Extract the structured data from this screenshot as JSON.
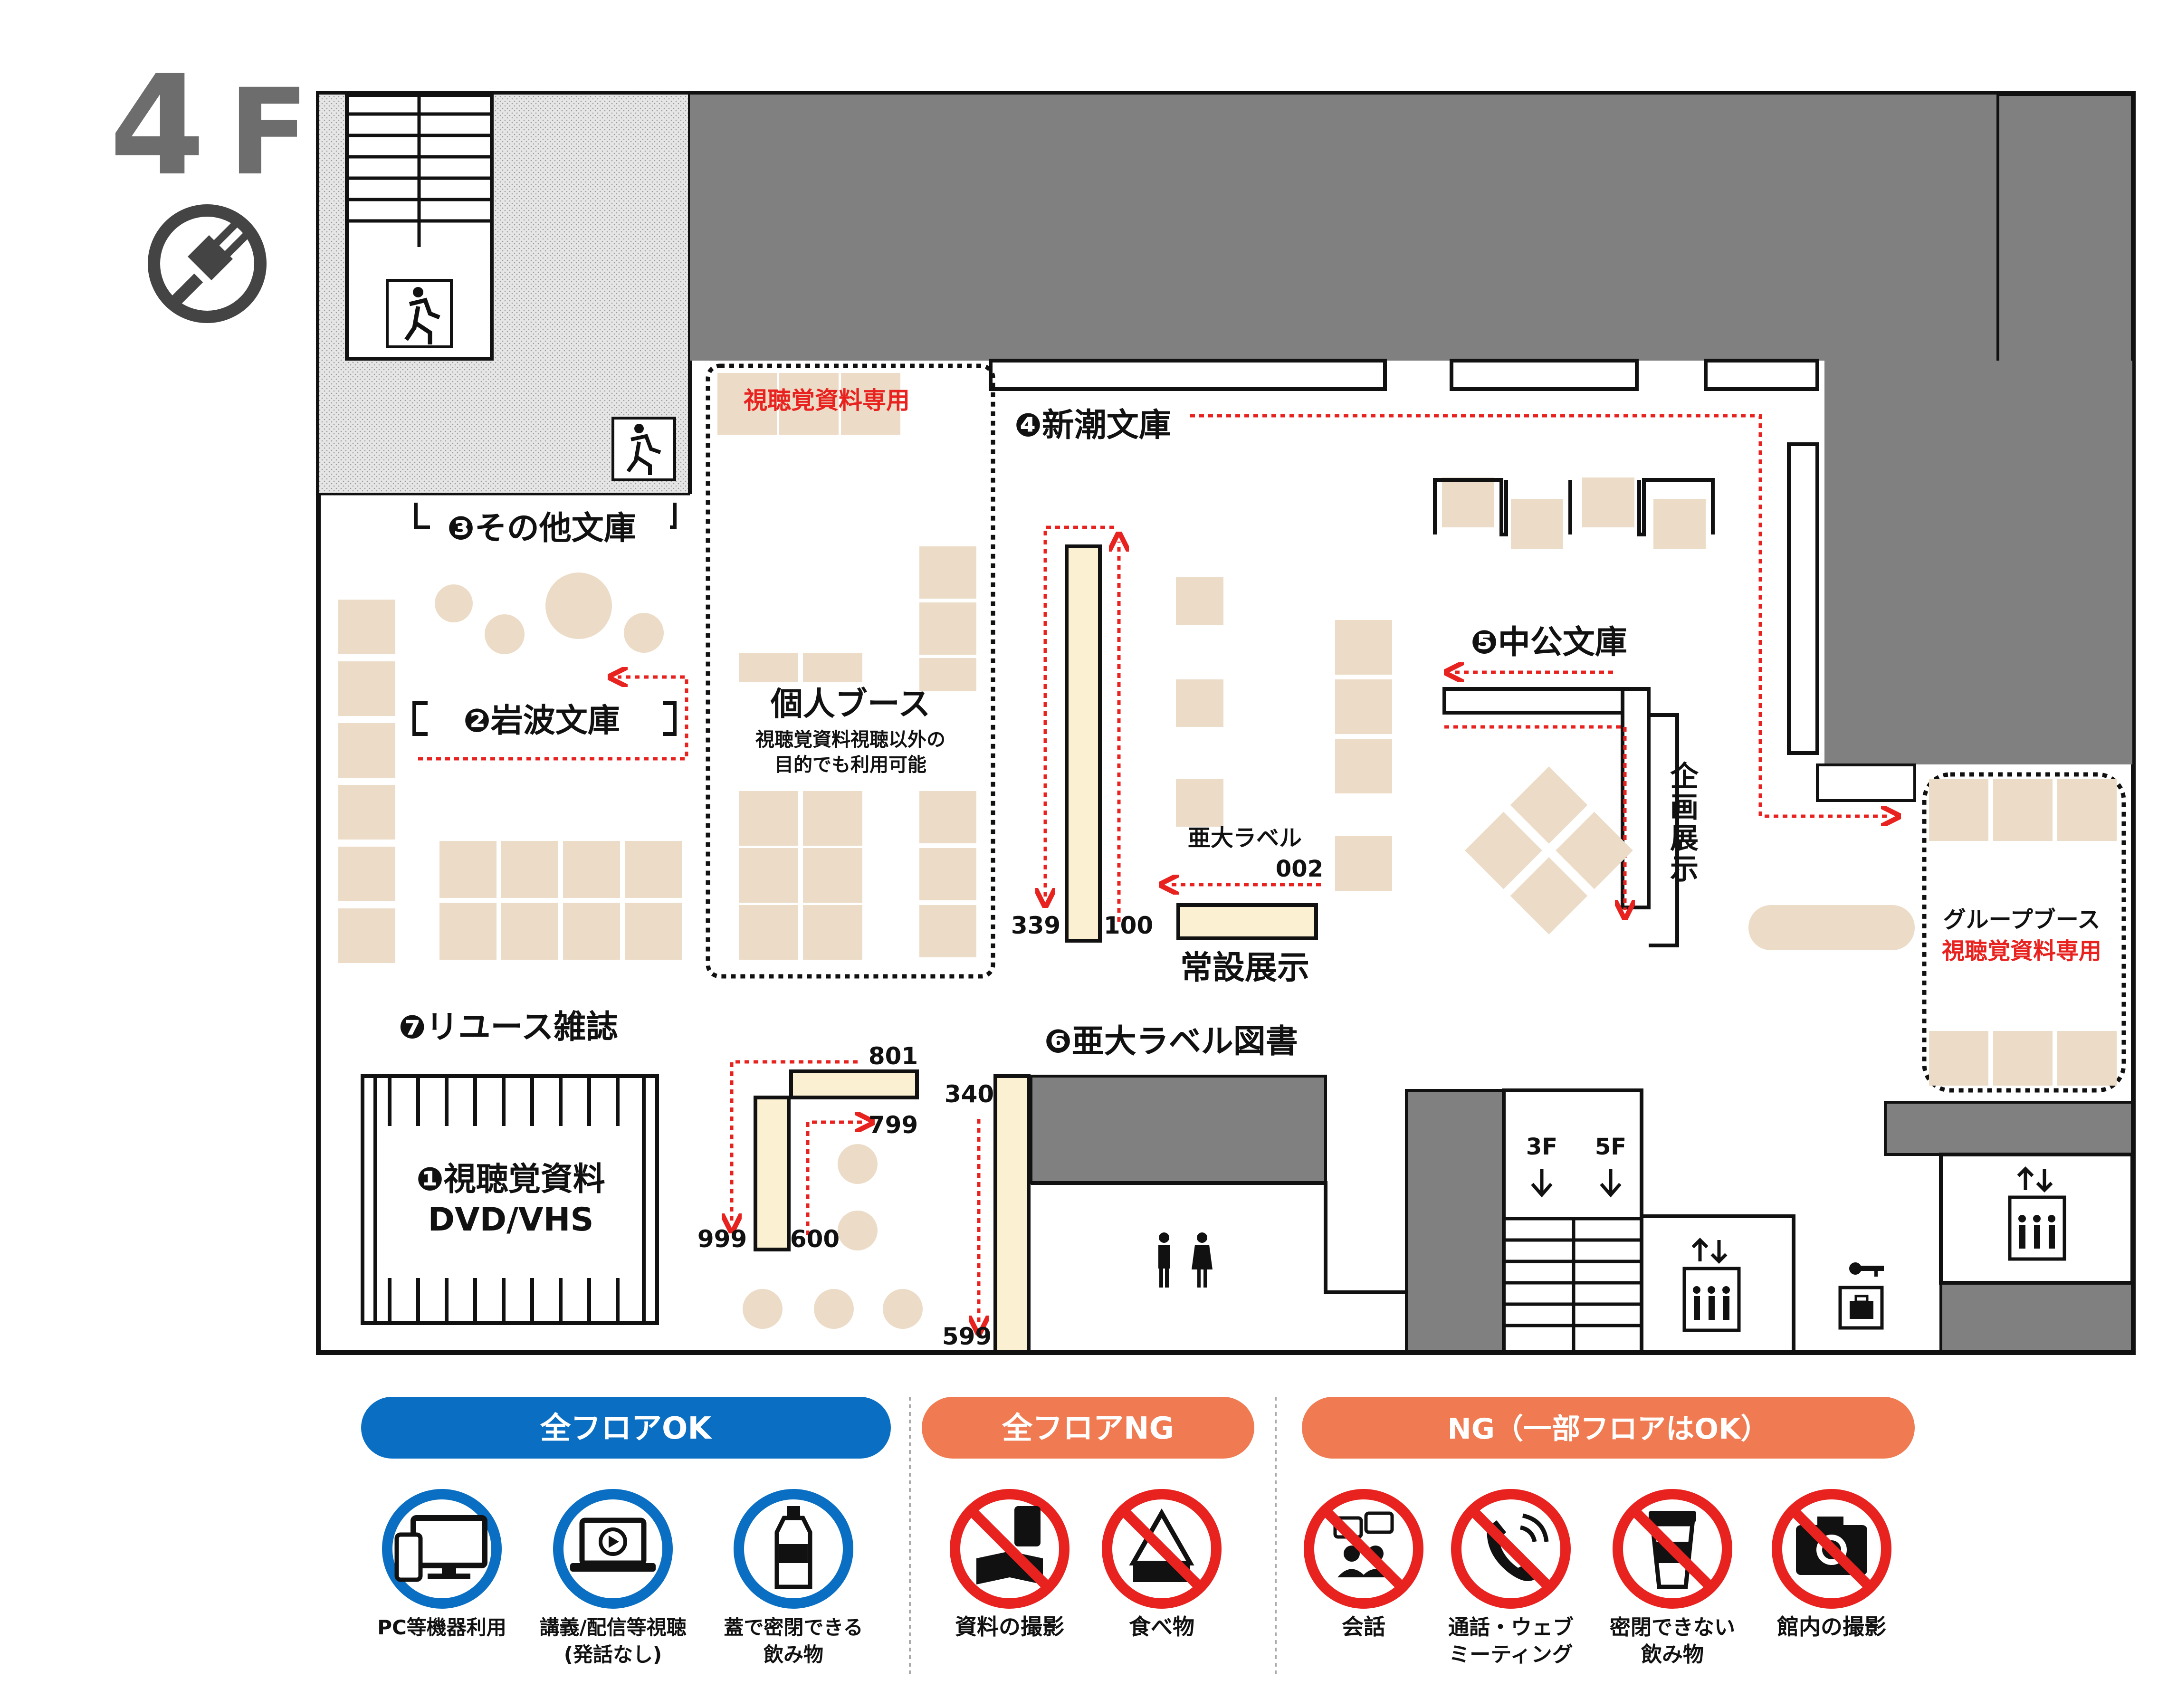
{
  "floor": {
    "number": "4",
    "unit": "F"
  },
  "sections": {
    "iwanami": "❷岩波文庫",
    "sonota": "❸その他文庫",
    "shincho": "❹新潮文庫",
    "chuko": "❺中公文庫",
    "adai_label_book": "❻亜大ラベル図書",
    "reuse": "❼リユース雑誌",
    "av_line1": "❶視聴覚資料",
    "av_line2": "DVD/VHS",
    "kikaku": [
      "企",
      "画",
      "展",
      "示"
    ],
    "jousetsu": "常設展示",
    "adai_label": "亜大ラベル",
    "adai_num": "002"
  },
  "booth": {
    "av_only": "視聴覚資料専用",
    "personal_title": "個人ブース",
    "personal_sub1": "視聴覚資料視聴以外の",
    "personal_sub2": "目的でも利用可能",
    "group_title": "グループブース",
    "group_sub": "視聴覚資料専用"
  },
  "shelf_numbers": {
    "n339": "339",
    "n100": "100",
    "n340": "340",
    "n599": "599",
    "n801": "801",
    "n799": "799",
    "n999": "999",
    "n600": "600"
  },
  "stairs": {
    "down": "3F",
    "up": "5F"
  },
  "legend": {
    "ok_title": "全フロアOK",
    "ng_title": "全フロアNG",
    "partial_title": "NG（一部フロアはOK）",
    "ok_items": [
      {
        "label": "PC等機器利用",
        "icon": "pc-device-icon"
      },
      {
        "label": "講義/配信等視聴",
        "label2": "(発話なし)",
        "icon": "laptop-video-icon"
      },
      {
        "label": "蓋で密閉できる",
        "label2": "飲み物",
        "icon": "bottle-icon"
      }
    ],
    "ng_items": [
      {
        "label": "資料の撮影",
        "icon": "no-photo-materials-icon"
      },
      {
        "label": "食べ物",
        "icon": "no-food-icon"
      }
    ],
    "partial_items": [
      {
        "label": "会話",
        "icon": "no-talk-icon"
      },
      {
        "label": "通話・ウェブ",
        "label2": "ミーティング",
        "icon": "no-call-icon"
      },
      {
        "label": "密閉できない",
        "label2": "飲み物",
        "icon": "no-cup-icon"
      },
      {
        "label": "館内の撮影",
        "icon": "no-camera-icon"
      }
    ]
  },
  "colors": {
    "ok": "#0a6fc2",
    "ng": "#f07b52",
    "prohibit": "#e8221f",
    "dark": "#808080",
    "furniture": "#ecdcc7",
    "shelf": "#fbf1d2"
  }
}
